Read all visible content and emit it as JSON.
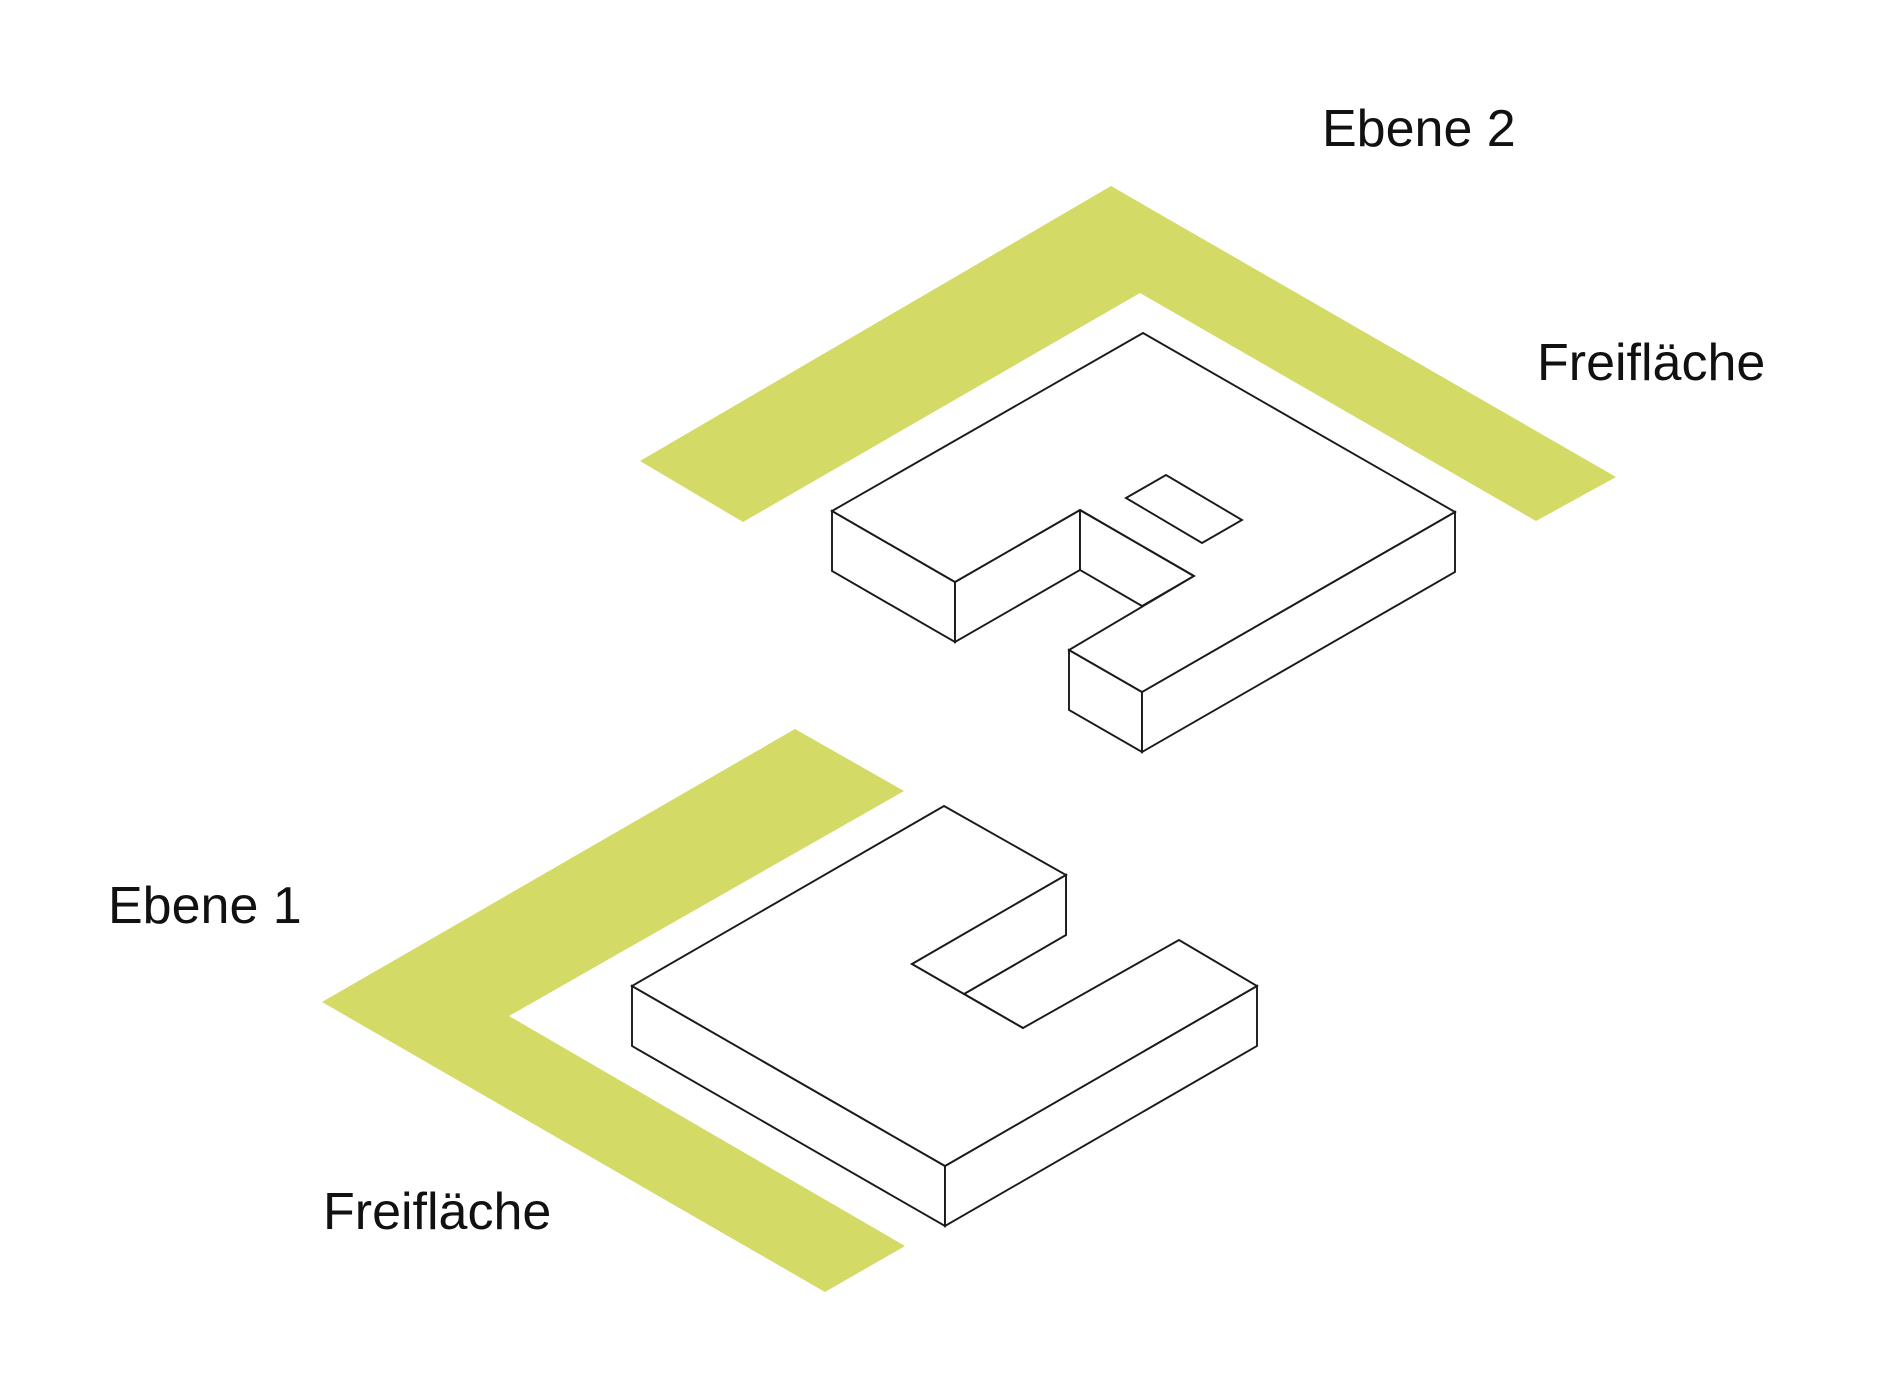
{
  "colors": {
    "open_space": "#d4da66",
    "line": "#1a1a1a",
    "background": "#ffffff"
  },
  "labels": {
    "level_2": "Ebene 2",
    "open_space_level_2": "Freifläche",
    "level_1": "Ebene 1",
    "open_space_level_1": "Freifläche"
  }
}
